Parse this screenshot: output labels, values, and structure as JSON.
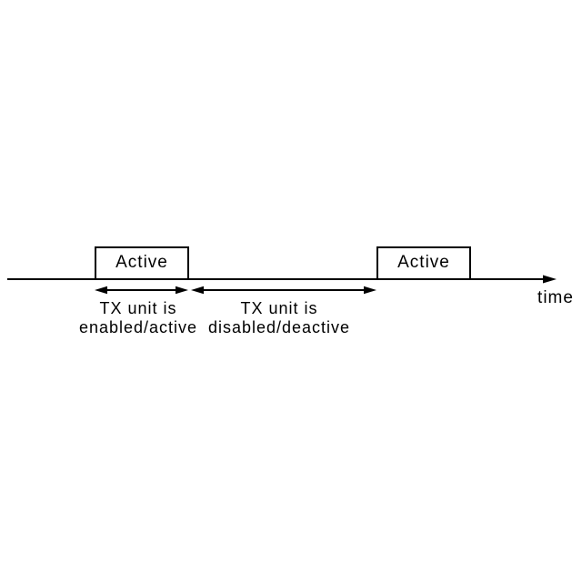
{
  "diagram": {
    "background_color": "#ffffff",
    "stroke_color": "#000000",
    "timeline": {
      "axis_label": "time"
    },
    "active_boxes": [
      {
        "label": "Active"
      },
      {
        "label": "Active"
      }
    ],
    "interval_annotations": [
      {
        "line1": "TX unit is",
        "line2": "enabled/active"
      },
      {
        "line1": "TX unit is",
        "line2": "disabled/deactive"
      }
    ]
  }
}
